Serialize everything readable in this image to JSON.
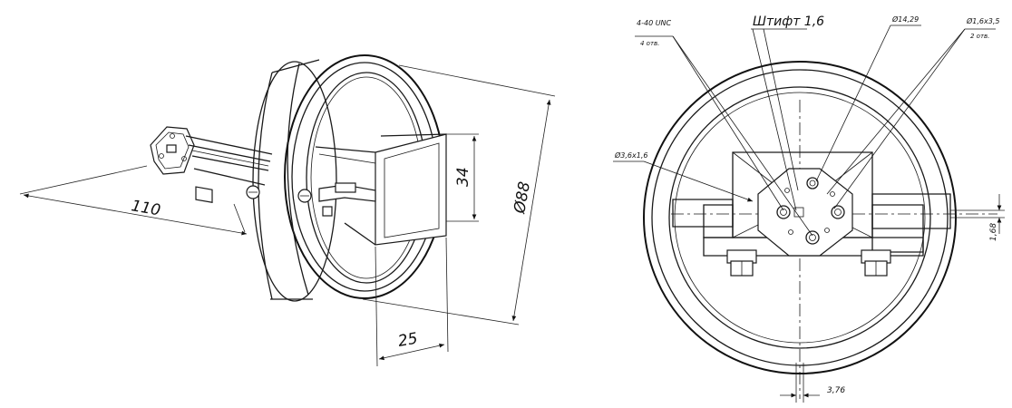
{
  "left_view": {
    "dimensions": {
      "length": "110",
      "aperture_height": "34",
      "diameter": "Ø88",
      "depth": "25"
    }
  },
  "right_view": {
    "callouts": {
      "thread_spec": "4-40 UNC",
      "thread_count": "4 отв.",
      "pin": "Штифт 1,6",
      "center_hole": "Ø14,29",
      "side_holes": "Ø1,6x3,5",
      "side_holes_count": "2 отв.",
      "small_hole": "Ø3,6x1,6"
    },
    "dimensions": {
      "offset_right": "1,68",
      "offset_bottom": "3,76"
    }
  }
}
